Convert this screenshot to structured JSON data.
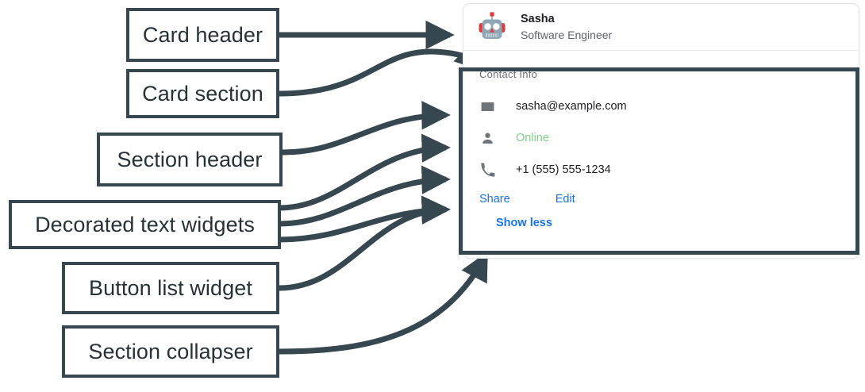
{
  "callouts": [
    {
      "id": "card-header",
      "label": "Card header"
    },
    {
      "id": "card-section",
      "label": "Card section"
    },
    {
      "id": "section-header",
      "label": "Section header"
    },
    {
      "id": "decorated-text",
      "label": "Decorated text widgets"
    },
    {
      "id": "button-list",
      "label": "Button list widget"
    },
    {
      "id": "section-collapser",
      "label": "Section collapser"
    }
  ],
  "card": {
    "header": {
      "avatar_icon": "robot-avatar-icon",
      "title": "Sasha",
      "subtitle": "Software Engineer"
    },
    "section": {
      "header": "Contact Info",
      "rows": [
        {
          "icon": "email-icon",
          "text": "sasha@example.com",
          "state": "default"
        },
        {
          "icon": "person-icon",
          "text": "Online",
          "state": "online"
        },
        {
          "icon": "phone-icon",
          "text": "+1 (555) 555-1234",
          "state": "default"
        }
      ],
      "buttons": [
        {
          "id": "share",
          "label": "Share"
        },
        {
          "id": "edit",
          "label": "Edit"
        }
      ],
      "collapser": {
        "label": "Show less"
      }
    }
  },
  "colors": {
    "annotation": "#37474f",
    "link": "#1a73e8",
    "online": "#7fd38b",
    "muted": "#5f6368",
    "section_header": "#6b6f73",
    "card_border": "#e3e3e3"
  }
}
